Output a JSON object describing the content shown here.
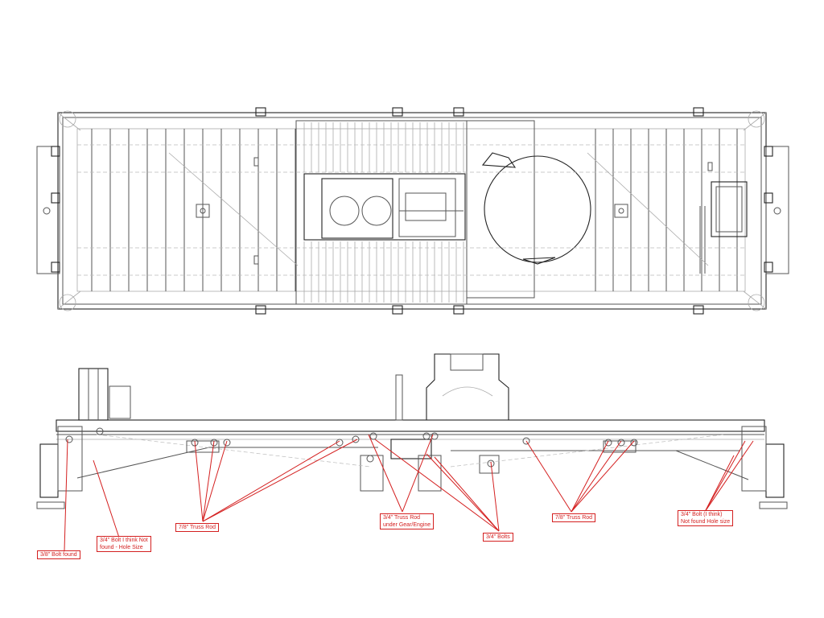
{
  "annotations": [
    {
      "id": "bolt-38",
      "text": "3/8\" Bolt found"
    },
    {
      "id": "bolt-34-left",
      "text": "3/4\" Bolt I think Not\nfound - Hole Size"
    },
    {
      "id": "truss-78-left",
      "text": "7/8\" Truss Rod"
    },
    {
      "id": "truss-34-gear",
      "text": "3/4\" Truss Rod\nunder Gear/Engine"
    },
    {
      "id": "bolts-34",
      "text": "3/4\" Bolts"
    },
    {
      "id": "truss-78-right",
      "text": "7/8\" Truss Rod"
    },
    {
      "id": "bolt-34-right",
      "text": "3/4\" Bolt (I think)\nNot found Hole size"
    }
  ],
  "colors": {
    "annotation": "#d42020",
    "linework": "#444444",
    "background": "#ffffff"
  },
  "views": [
    "plan-view",
    "side-elevation"
  ]
}
